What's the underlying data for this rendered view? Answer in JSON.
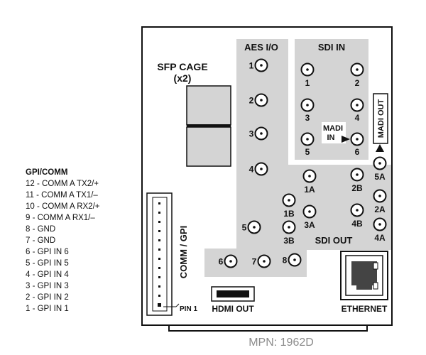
{
  "sfp": {
    "title": "SFP CAGE",
    "count": "(x2)"
  },
  "aes": {
    "title": "AES I/O",
    "ports": [
      "1",
      "2",
      "3",
      "4",
      "5",
      "6",
      "7",
      "8"
    ]
  },
  "sdi_in": {
    "title": "SDI IN",
    "ports": [
      "1",
      "2",
      "3",
      "4",
      "5",
      "6"
    ]
  },
  "madi_in": {
    "line1": "MADI",
    "line2": "IN"
  },
  "madi_out": {
    "label": "MADI OUT"
  },
  "sdi_out": {
    "title": "SDI OUT",
    "ports": [
      "1A",
      "2A",
      "1B",
      "2B",
      "3A",
      "4A",
      "3B",
      "4B",
      "5A"
    ]
  },
  "comm_gpi": {
    "label": "COMM / GPI",
    "pin1": "PIN 1"
  },
  "gpi_list": {
    "title": "GPI/COMM",
    "items": [
      "12 - COMM A TX2/+",
      "11 - COMM A TX1/–",
      "10 - COMM A RX2/+",
      "9 - COMM A RX1/–",
      "8 - GND",
      "7 - GND",
      "6 - GPI IN 6",
      "5 - GPI IN 5",
      "4 - GPI IN 4",
      "3 - GPI IN 3",
      "2 - GPI IN 2",
      "1 - GPI IN 1"
    ]
  },
  "hdmi": {
    "label": "HDMI OUT"
  },
  "ethernet": {
    "label": "ETHERNET"
  },
  "mpn": {
    "text": "MPN: 1962D"
  },
  "colors": {
    "panel_fill": "#d4d4d4",
    "outline": "#111111",
    "mpn_text": "#8c8c8c"
  }
}
